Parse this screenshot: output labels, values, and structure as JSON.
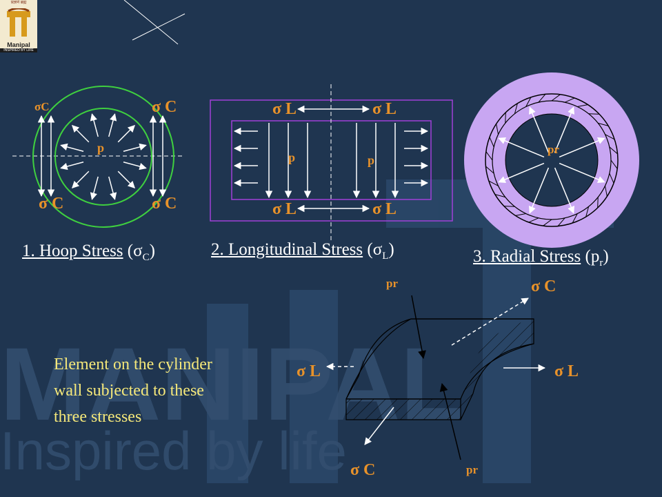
{
  "logo": {
    "top_text": "प्रज्ञानं ब्रह्म",
    "name": "Manipal",
    "tagline": "INSPIRED BY LIFE"
  },
  "watermark": {
    "brand": "MANIPAL",
    "tagline": "Inspired by life"
  },
  "colors": {
    "background": "#1f3550",
    "label_orange": "#e8922a",
    "title_white": "#ffffff",
    "desc_yellow": "#f5e87a",
    "hoop_circle": "#3fd03f",
    "long_rect": "#a040d8",
    "ring_fill": "#c8a6f2"
  },
  "figures": {
    "hoop": {
      "title": "1. Hoop Stress",
      "symbol_main": "σ",
      "symbol_sub": "C",
      "labels": [
        "σC",
        "σ C",
        "σ C",
        "σ C"
      ],
      "pressure": "p"
    },
    "longitudinal": {
      "title": "2. Longitudinal Stress",
      "symbol_main": "σ",
      "symbol_sub": "L",
      "labels": [
        "σ L",
        "σ L",
        "σ L",
        "σ L"
      ],
      "pressure_left": "p",
      "pressure_right": "p"
    },
    "radial": {
      "title": "3. Radial Stress",
      "symbol_main": "p",
      "symbol_sub": "r",
      "pressure": "pr"
    }
  },
  "element": {
    "description": [
      "Element on the cylinder",
      "wall subjected to these",
      "three stresses"
    ],
    "labels": {
      "pr_top": "pr",
      "pr_bottom": "pr",
      "sigma_c_top": "σ C",
      "sigma_c_bottom": "σ C",
      "sigma_l_left": "σ L",
      "sigma_l_right": "σ L"
    }
  }
}
